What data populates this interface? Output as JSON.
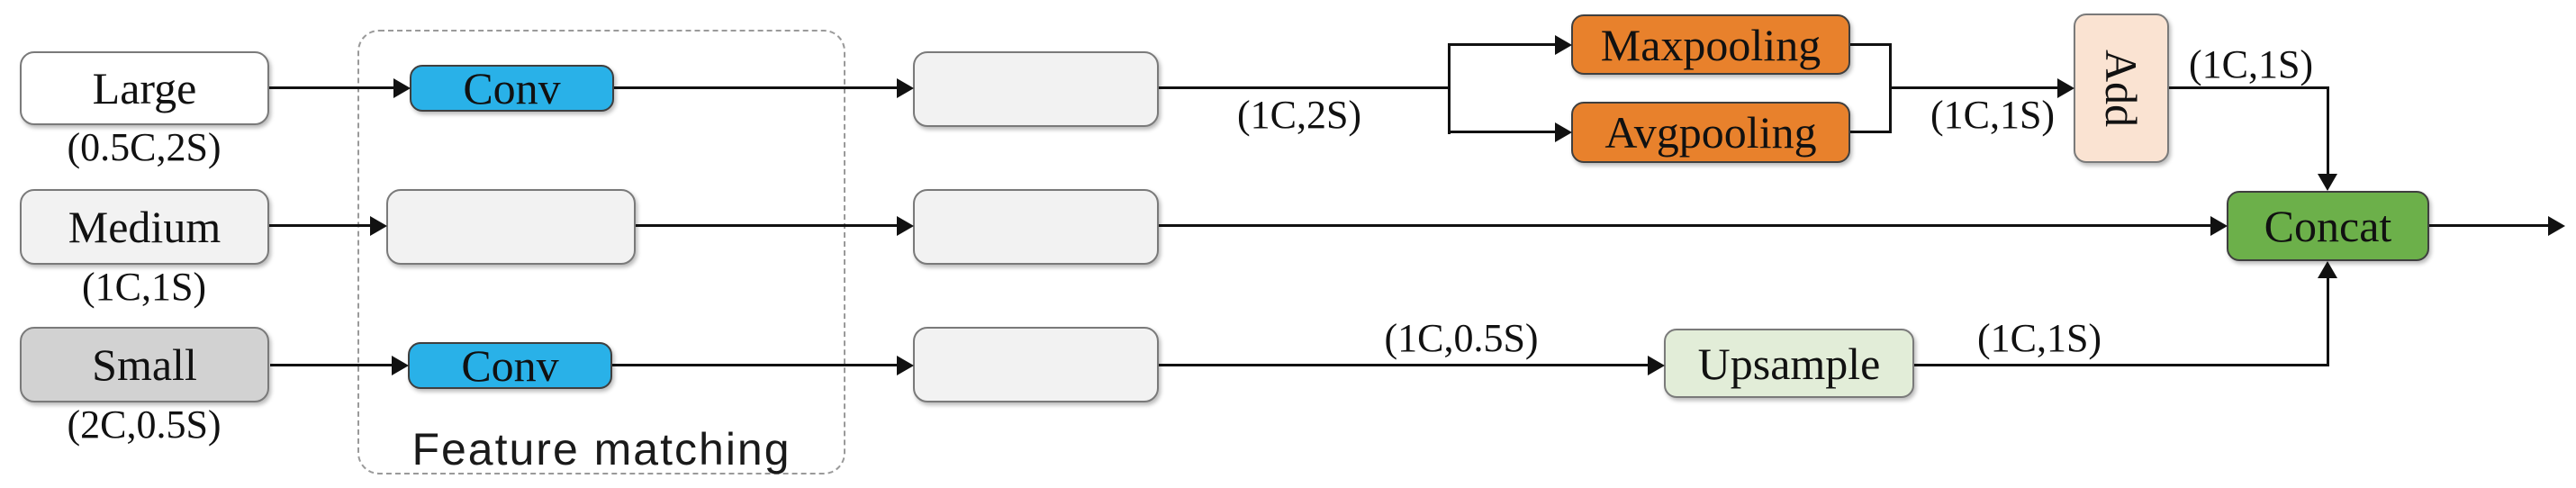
{
  "diagram": {
    "inputs": [
      {
        "label": "Large",
        "sublabel": "(0.5C,2S)"
      },
      {
        "label": "Medium",
        "sublabel": "(1C,1S)"
      },
      {
        "label": "Small",
        "sublabel": "(2C,0.5S)"
      }
    ],
    "feature_matching": {
      "label": "Feature matching",
      "conv_top": "Conv",
      "conv_bottom": "Conv"
    },
    "nodes": {
      "maxpooling": "Maxpooling",
      "avgpooling": "Avgpooling",
      "add": "Add",
      "upsample": "Upsample",
      "concat": "Concat"
    },
    "edge_labels": {
      "after_fm_top": "(1C,2S)",
      "before_add": "(1C,1S)",
      "after_add": "(1C,1S)",
      "before_upsample": "(1C,0.5S)",
      "after_upsample": "(1C,1S)"
    },
    "edges": [
      {
        "from": "Large",
        "to": "Conv"
      },
      {
        "from": "Conv",
        "to": "feature-box-row1"
      },
      {
        "from": "feature-box-row1",
        "to": "Maxpooling",
        "label": "(1C,2S)"
      },
      {
        "from": "feature-box-row1",
        "to": "Avgpooling",
        "label": "(1C,2S)"
      },
      {
        "from": "Maxpooling",
        "to": "Add",
        "label": "(1C,1S)"
      },
      {
        "from": "Avgpooling",
        "to": "Add",
        "label": "(1C,1S)"
      },
      {
        "from": "Add",
        "to": "Concat",
        "label": "(1C,1S)"
      },
      {
        "from": "Medium",
        "to": "feature-box-row2-a"
      },
      {
        "from": "feature-box-row2-a",
        "to": "feature-box-row2-b"
      },
      {
        "from": "feature-box-row2-b",
        "to": "Concat"
      },
      {
        "from": "Small",
        "to": "Conv"
      },
      {
        "from": "Conv",
        "to": "feature-box-row3"
      },
      {
        "from": "feature-box-row3",
        "to": "Upsample",
        "label": "(1C,0.5S)"
      },
      {
        "from": "Upsample",
        "to": "Concat",
        "label": "(1C,1S)"
      },
      {
        "from": "Concat",
        "to": "output"
      }
    ],
    "colors": {
      "conv": "#29B1E8",
      "pooling": "#E8812C",
      "add": "#FAE3D2",
      "upsample": "#E2EDD8",
      "concat": "#6CB04A",
      "input_large": "#FFFFFF",
      "input_medium": "#F2F2F2",
      "input_small": "#D2D2D2",
      "feature_box": "#F2F2F2",
      "line": "#111111"
    }
  }
}
